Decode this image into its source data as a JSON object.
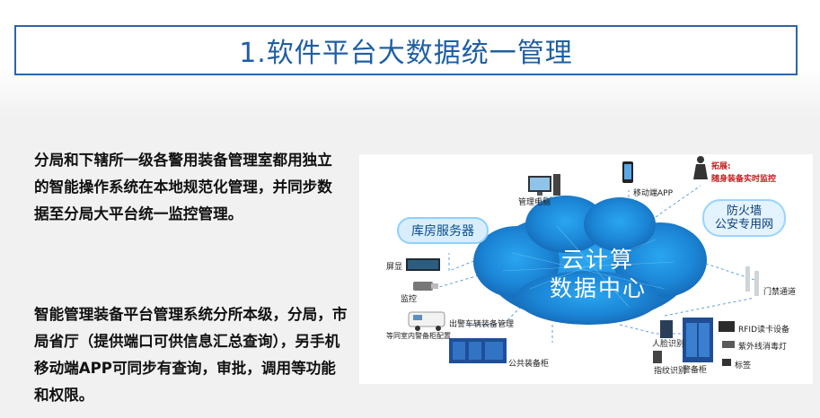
{
  "title": "1.软件平台大数据统一管理",
  "paragraph1": "分局和下辖所一级各警用装备管理室都用独立的智能操作系统在本地规范化管理，并同步数据至分局大平台统一监控管理。",
  "paragraph2": "智能管理装备平台管理系统分所本级，分局，市局省厅（提供端口可供信息汇总查询），另手机移动端APP可同步有查询，审批，调用等功能和权限。",
  "diagram": {
    "cloud_line1": "云计算",
    "cloud_line2": "数据中心",
    "warehouse_server": "库房服务器",
    "firewall_line1": "防火墙",
    "firewall_line2": "公安专用网",
    "pc": "管理电脑",
    "mobile_app": "移动端APP",
    "expand_label": "拓展:",
    "expand_desc": "随身装备实时监控",
    "screen": "屏显",
    "monitor": "监控",
    "gate": "门禁通道",
    "vehicle_mgmt": "出警车辆装备管理",
    "duty_room": "等同室内警备柜配置",
    "public_cabinet": "公共装备柜",
    "face_id": "人脸识别",
    "fingerprint": "指纹识别",
    "police_cabinet": "警备柜",
    "rfid": "RFID读卡设备",
    "uv_lamp": "紫外线消毒灯",
    "tag": "标签"
  }
}
